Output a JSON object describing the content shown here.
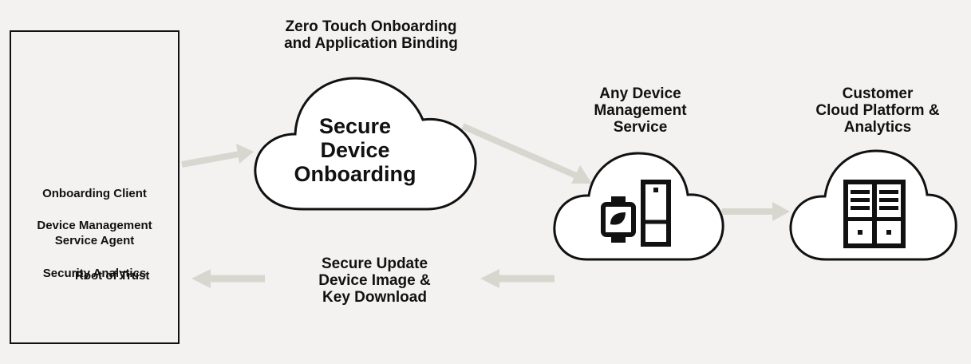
{
  "device": {
    "items": [
      "Onboarding Client",
      "Device Management\nService Agent",
      "Security Analytics"
    ],
    "root_of_trust": "Root of Trust",
    "icons": [
      "gears-icon",
      "cloud-icon",
      "car-icon",
      "chip-icon"
    ]
  },
  "onboarding": {
    "caption": "Zero Touch Onboarding\nand Application Binding",
    "cloud_text": "Secure\nDevice\nOnboarding"
  },
  "management": {
    "caption": "Any Device\nManagement\nService",
    "icons": [
      "smartwatch-icon",
      "phone-icon"
    ]
  },
  "customer": {
    "caption": "Customer\nCloud Platform &\nAnalytics",
    "icons": [
      "server-rack-icon"
    ]
  },
  "update": {
    "caption": "Secure Update\nDevice Image &\nKey Download"
  },
  "colors": {
    "background": "#f3f2f0",
    "stroke": "#111111",
    "arrow": "#d8d7cf"
  }
}
